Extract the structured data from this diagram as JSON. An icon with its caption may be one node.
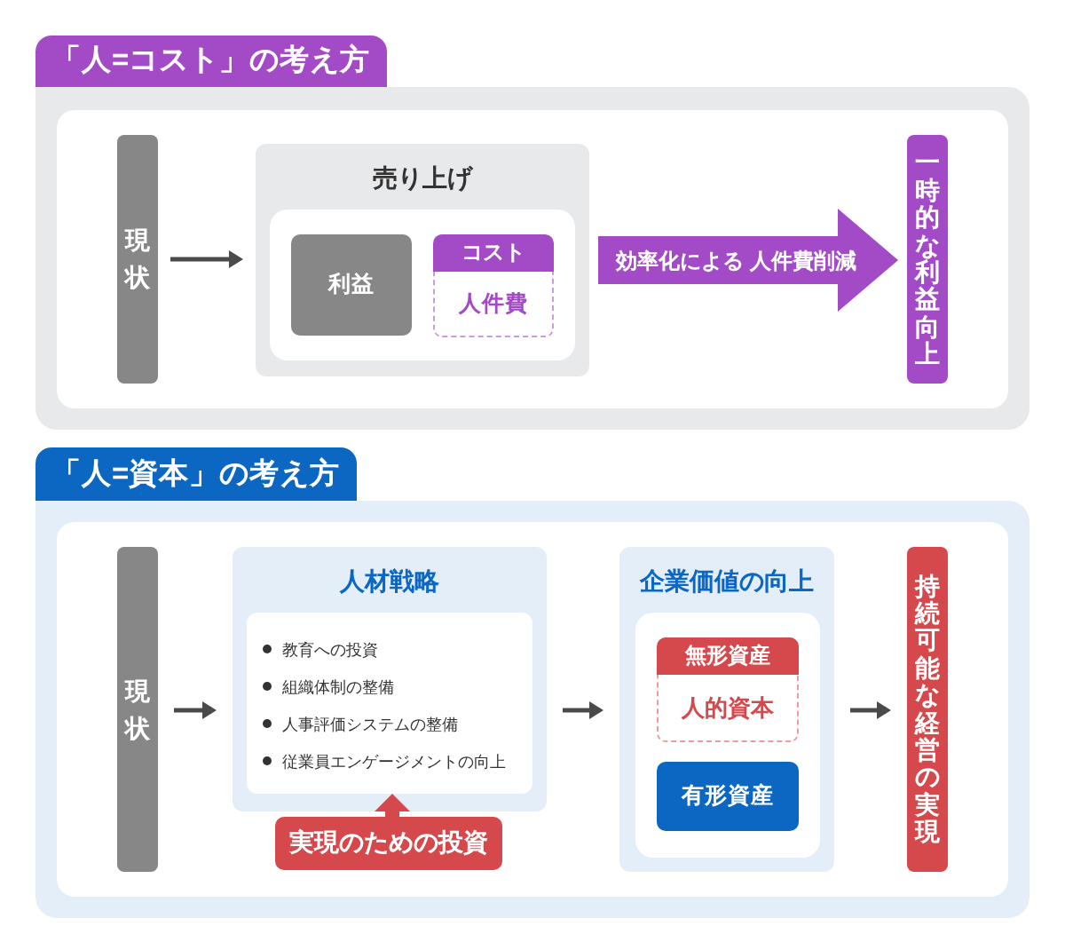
{
  "diagram": {
    "nodes": [
      {
        "text": [
          "「人=コスト」の考え方"
        ]
      },
      {
        "text": [
          "現状"
        ],
        "in": 0
      },
      {
        "text": [
          "売り上げ"
        ],
        "in": 0
      },
      {
        "text": [
          "利益"
        ],
        "in": 2
      },
      {
        "text": [
          "コスト",
          "人件費"
        ],
        "in": 2
      },
      {
        "text": [
          "一時的な利益向上"
        ],
        "in": 0
      },
      {
        "text": [
          "「人=資本」の考え方"
        ]
      },
      {
        "text": [
          "現状"
        ],
        "in": 6
      },
      {
        "text": [
          "人材戦略"
        ],
        "in": 6
      },
      {
        "text": [
          "教育への投資",
          "組織体制の整備",
          "人事評価システムの整備",
          "従業員エンゲージメントの向上"
        ],
        "in": 8
      },
      {
        "text": [
          "実現のための投資"
        ],
        "in": 6
      },
      {
        "text": [
          "企業価値の向上"
        ],
        "in": 6
      },
      {
        "text": [
          "無形資産",
          "人的資本"
        ],
        "in": 11
      },
      {
        "text": [
          "有形資産"
        ],
        "in": 11
      },
      {
        "text": [
          "持続可能な経営の実現"
        ],
        "in": 6
      }
    ],
    "edges": [
      {
        "from": 1,
        "to": 2,
        "arrow": "to"
      },
      {
        "from": 2,
        "to": 5,
        "arrow": "to",
        "label": "効率化による 人件費削減",
        "style": "thick",
        "color": "#a34bc6"
      },
      {
        "from": 7,
        "to": 8,
        "arrow": "to"
      },
      {
        "from": 10,
        "to": 9,
        "arrow": "to",
        "style": "thick",
        "color": "#d5484b"
      },
      {
        "from": 8,
        "to": 11,
        "arrow": "to"
      },
      {
        "from": 11,
        "to": 14,
        "arrow": "to"
      }
    ]
  }
}
